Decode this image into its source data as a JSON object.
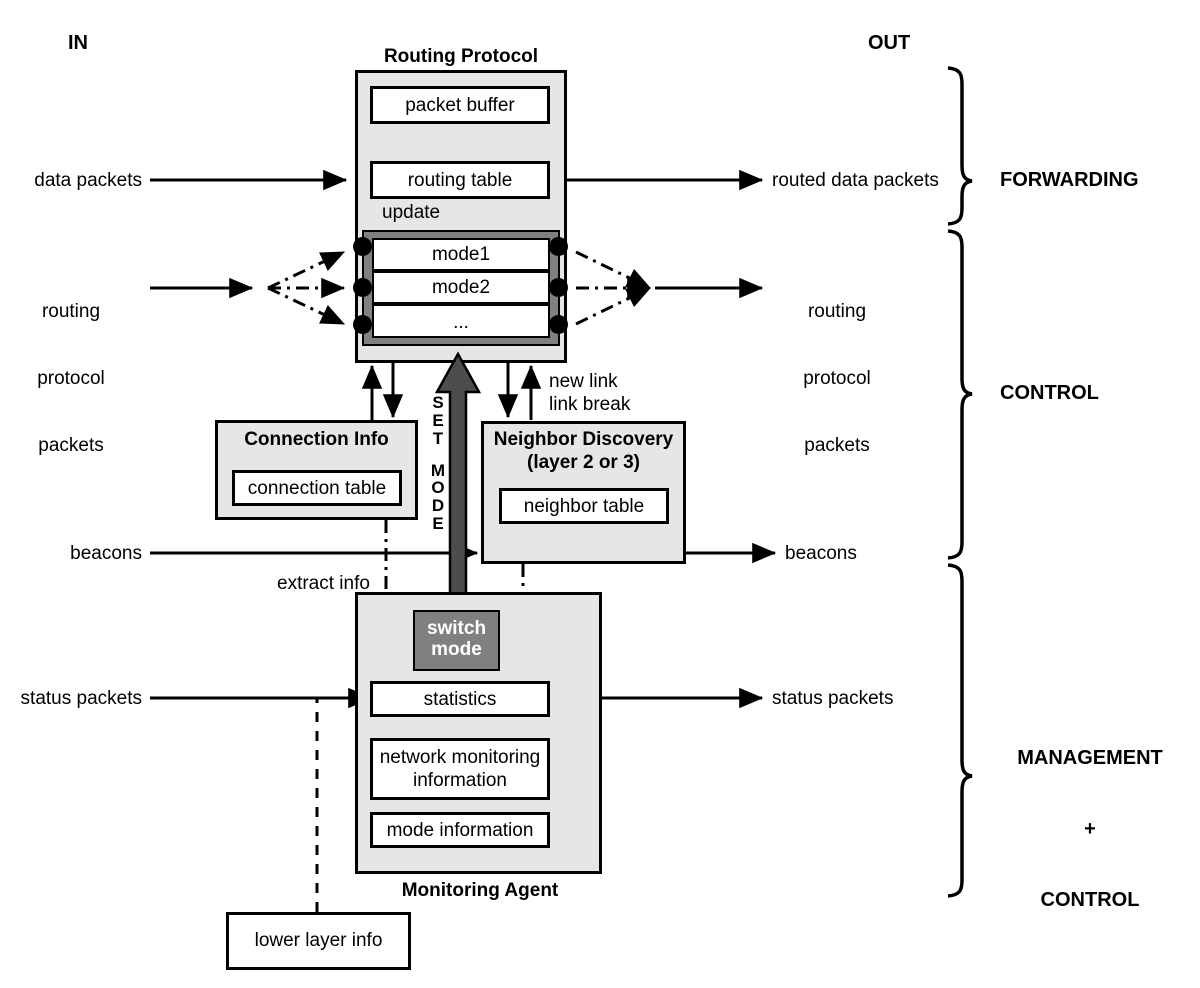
{
  "diagram": {
    "title_in": "IN",
    "title_out": "OUT",
    "routing_protocol": {
      "caption": "Routing Protocol",
      "packet_buffer": "packet buffer",
      "routing_table": "routing table",
      "update_label": "update",
      "modes": [
        "mode1",
        "mode2",
        "..."
      ]
    },
    "connection_info": {
      "caption": "Connection Info",
      "table": "connection table"
    },
    "neighbor_discovery": {
      "caption_line1": "Neighbor Discovery",
      "caption_line2": "(layer 2 or 3)",
      "table": "neighbor table",
      "event_line1": "new link",
      "event_line2": "link break"
    },
    "monitoring_agent": {
      "caption": "Monitoring Agent",
      "switch_mode_line1": "switch",
      "switch_mode_line2": "mode",
      "statistics": "statistics",
      "network_monitoring_line1": "network monitoring",
      "network_monitoring_line2": "information",
      "mode_information": "mode information"
    },
    "lower_layer_info": "lower layer info",
    "set_mode_label": "SET MODE",
    "set_mode_letters": [
      "S",
      "E",
      "T",
      "",
      "M",
      "O",
      "D",
      "E"
    ],
    "extract_info": "extract info",
    "inputs": [
      {
        "name": "data-packets",
        "text": "data packets"
      },
      {
        "name": "routing-protocol-packets",
        "lines": [
          "routing",
          "protocol",
          "packets"
        ]
      },
      {
        "name": "beacons-in",
        "text": "beacons"
      },
      {
        "name": "status-packets-in",
        "text": "status packets"
      }
    ],
    "outputs": [
      {
        "name": "routed-data-packets",
        "text": "routed data packets"
      },
      {
        "name": "routing-protocol-packets-out",
        "lines": [
          "routing",
          "protocol",
          "packets"
        ]
      },
      {
        "name": "beacons-out",
        "text": "beacons"
      },
      {
        "name": "status-packets-out",
        "text": "status packets"
      }
    ],
    "planes": [
      {
        "name": "forwarding",
        "label": "FORWARDING"
      },
      {
        "name": "control",
        "label": "CONTROL"
      },
      {
        "name": "management-control",
        "lines": [
          "MANAGEMENT",
          "+",
          "CONTROL"
        ]
      }
    ],
    "colors": {
      "container_fill": "#e6e6e6",
      "mode_frame": "#808080",
      "switch_mode_fill": "#808080",
      "thick_arrow": "#4d4d4d",
      "stroke": "#000000",
      "white": "#ffffff"
    }
  }
}
